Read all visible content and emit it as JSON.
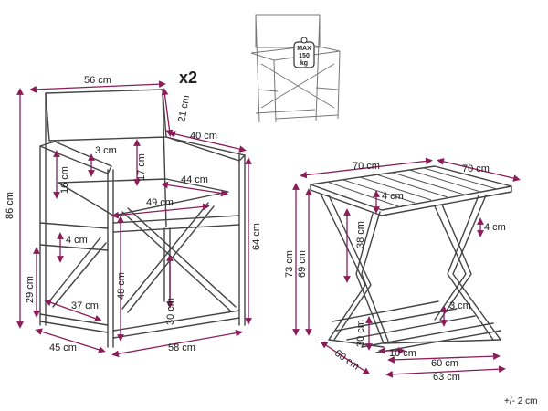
{
  "quantity_label": "x2",
  "tolerance_label": "+/- 2 cm",
  "badge": {
    "line1": "MAX",
    "line2": "150",
    "line3": "kg"
  },
  "chair": {
    "width_top": "56 cm",
    "backrest_height": "21 cm",
    "depth_top": "40 cm",
    "arm_gap": "3 cm",
    "arm_height": "17 cm",
    "arm_inner": "16 cm",
    "seat_width": "44 cm",
    "total_height": "86 cm",
    "seat_depth": "49 cm",
    "leg_gap": "4 cm",
    "seat_height": "29 cm",
    "seat_frame": "48 cm",
    "front_height": "64 cm",
    "lower_gap": "30 cm",
    "bottom_rail": "37 cm",
    "depth": "45 cm",
    "width": "58 cm"
  },
  "table": {
    "top_width": "70 cm",
    "top_depth": "70 cm",
    "top_gap": "4 cm",
    "side_gap": "4 cm",
    "height_total": "73 cm",
    "height_inner": "69 cm",
    "leg_upper": "38 cm",
    "cross_gap": "3 cm",
    "foot_height": "30 cm",
    "foot_gap": "10 cm",
    "depth_base": "60 cm",
    "width_inner": "60 cm",
    "width_base": "63 cm"
  }
}
